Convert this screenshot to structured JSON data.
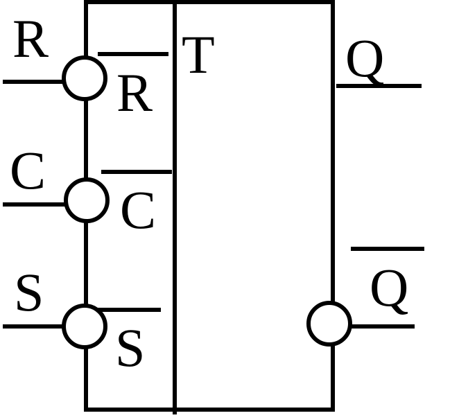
{
  "diagram": {
    "type": "rs-flip-flop-symbol",
    "block_label": "T",
    "inputs": [
      {
        "outer_label": "R",
        "inner_label": "R",
        "inverted": true
      },
      {
        "outer_label": "C",
        "inner_label": "C",
        "inverted": true
      },
      {
        "outer_label": "S",
        "inner_label": "S",
        "inverted": true
      }
    ],
    "outputs": [
      {
        "label": "Q",
        "inverted": false
      },
      {
        "label": "Q",
        "inverted": true,
        "overbar": true
      }
    ],
    "colors": {
      "stroke": "#000000",
      "background": "#ffffff"
    }
  }
}
